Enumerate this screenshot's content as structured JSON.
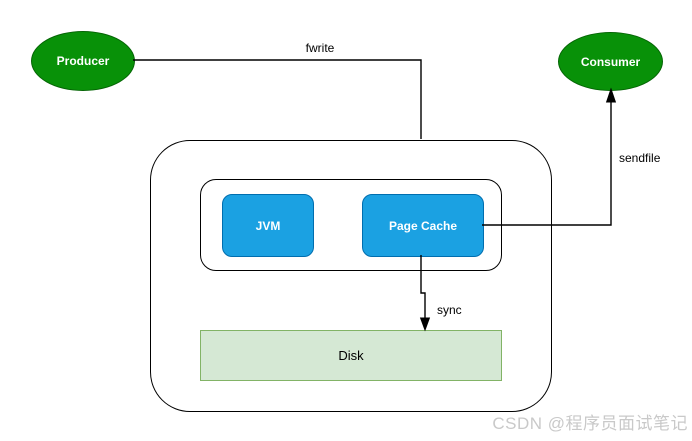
{
  "diagram": {
    "title_hint": "Kafka producer/consumer page-cache data flow",
    "nodes": {
      "producer": "Producer",
      "consumer": "Consumer",
      "jvm": "JVM",
      "page_cache": "Page Cache",
      "disk": "Disk"
    },
    "edge_labels": {
      "fwrite": "fwrite",
      "sendfile": "sendfile",
      "sync": "sync"
    },
    "colors": {
      "ellipse_fill": "#089108",
      "ellipse_border": "#056505",
      "box_blue_fill": "#1ba1e2",
      "box_blue_border": "#006eaf",
      "disk_fill": "#d5e8d4",
      "disk_border": "#82b366",
      "connector": "#000000",
      "node_text": "#ffffff",
      "label_text": "#000000",
      "watermark_text": "#c9c9c9"
    },
    "watermark": "CSDN @程序员面试笔记"
  }
}
